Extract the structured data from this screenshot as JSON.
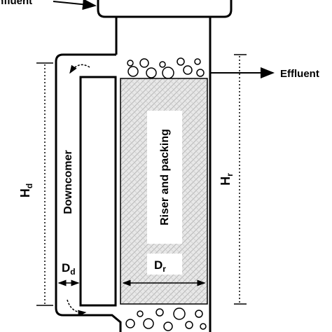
{
  "labels": {
    "influent": "Influent",
    "effluent": "Effluent",
    "downcomer": "Downcomer",
    "riser": "Riser and packing",
    "hd_main": "H",
    "hd_sub": "d",
    "hr_main": "H",
    "hr_sub": "r",
    "dd_main": "D",
    "dd_sub": "d",
    "dr_main": "D",
    "dr_sub": "r"
  },
  "colors": {
    "outline": "#000000",
    "packing_fill": "#e8e8e8",
    "label_box": "#ffffff"
  }
}
